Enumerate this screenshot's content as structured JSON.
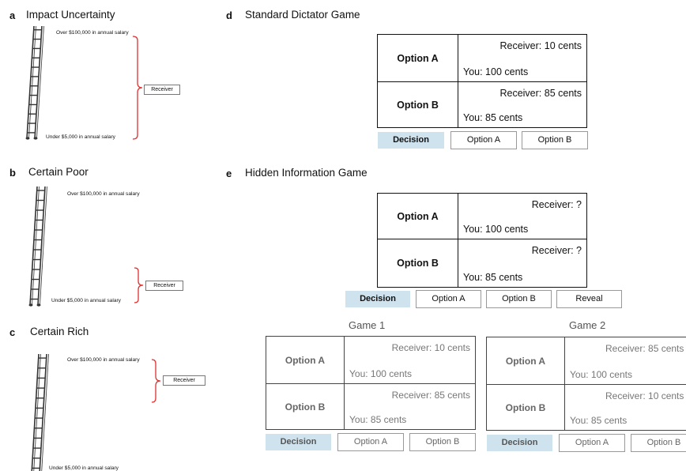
{
  "panels": {
    "a": {
      "letter": "a",
      "title": "Impact Uncertainty",
      "top_label": "Over $100,000 in annual salary",
      "bottom_label": "Under $5,000  in annual salary",
      "receiver": "Receiver"
    },
    "b": {
      "letter": "b",
      "title": "Certain Poor",
      "top_label": "Over $100,000 in annual salary",
      "bottom_label": "Under $5,000  in annual salary",
      "receiver": "Receiver"
    },
    "c": {
      "letter": "c",
      "title": "Certain Rich",
      "top_label": "Over $100,000 in annual salary",
      "bottom_label": "Under $5,000  in annual salary",
      "receiver": "Receiver"
    },
    "d": {
      "letter": "d",
      "title": "Standard Dictator Game",
      "rows": [
        {
          "option": "Option A",
          "receiver": "Receiver: 10 cents",
          "you": "You: 100 cents"
        },
        {
          "option": "Option B",
          "receiver": "Receiver: 85 cents",
          "you": "You: 85 cents"
        }
      ],
      "decision": "Decision",
      "buttons": [
        "Option A",
        "Option B"
      ]
    },
    "e": {
      "letter": "e",
      "title": "Hidden Information Game",
      "rows": [
        {
          "option": "Option A",
          "receiver": "Receiver: ?",
          "you": "You: 100 cents"
        },
        {
          "option": "Option B",
          "receiver": "Receiver: ?",
          "you": "You: 85 cents"
        }
      ],
      "decision": "Decision",
      "buttons": [
        "Option A",
        "Option B",
        "Reveal"
      ]
    },
    "f": {
      "games": [
        {
          "title": "Game 1",
          "rows": [
            {
              "option": "Option A",
              "receiver": "Receiver: 10 cents",
              "you": "You: 100 cents"
            },
            {
              "option": "Option B",
              "receiver": "Receiver: 85 cents",
              "you": "You: 85 cents"
            }
          ],
          "decision": "Decision",
          "buttons": [
            "Option A",
            "Option B"
          ]
        },
        {
          "title": "Game 2",
          "rows": [
            {
              "option": "Option A",
              "receiver": "Receiver: 85 cents",
              "you": "You: 100 cents"
            },
            {
              "option": "Option B",
              "receiver": "Receiver: 10 cents",
              "you": "You: 85 cents"
            }
          ],
          "decision": "Decision",
          "buttons": [
            "Option A",
            "Option B"
          ]
        }
      ]
    }
  },
  "colors": {
    "bracket": "#e03030",
    "decision_bg": "#cfe3ef"
  }
}
